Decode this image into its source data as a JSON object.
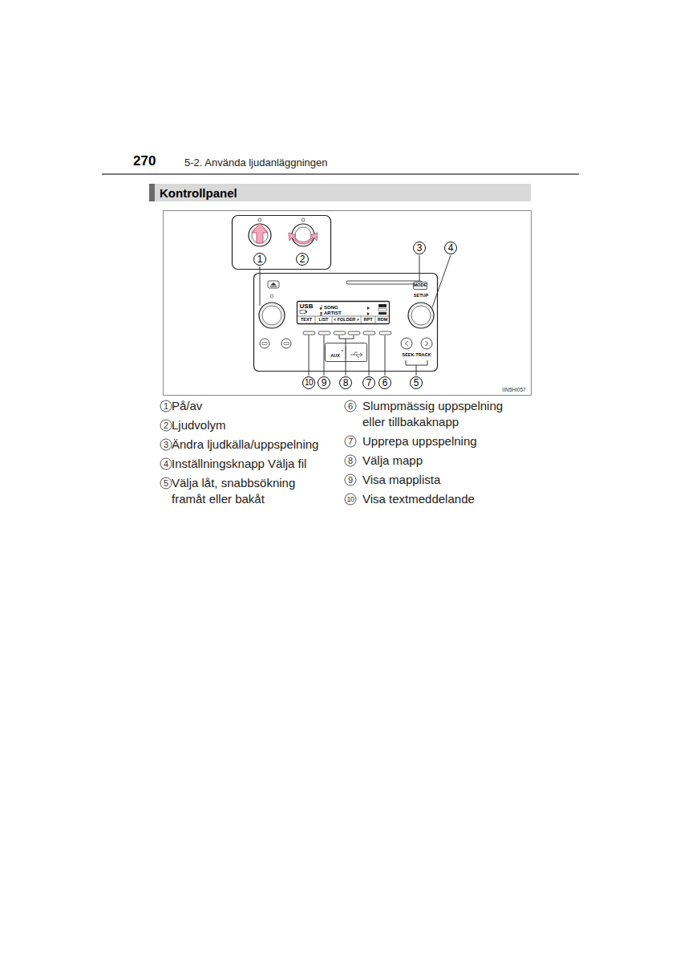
{
  "diagram": {
    "nodes": [
      {
        "text": [
          "Kontrollpanel"
        ]
      }
    ],
    "labels": [
      "270",
      "5-2. Använda ljudanläggningen",
      "1",
      "2",
      "3",
      "4",
      "10",
      "9",
      "8",
      "7",
      "6",
      "5",
      "MODE",
      "SETUP",
      "USB",
      "SONG",
      "ARTIST",
      "TEXT",
      "LIST",
      "< FOLDER >",
      "RPT",
      "RDM",
      "AUX",
      "SEEK·TRACK",
      "IIN5HI057",
      "1",
      "På/av",
      "2",
      "Ljudvolym",
      "3",
      "Ändra ljudkälla/uppspelning",
      "4",
      "Inställningsknapp Välja fil",
      "5",
      "Välja låt, snabbsökning framåt eller bakåt",
      "6",
      "Slumpmässig uppspelning eller tillbakaknapp",
      "7",
      "Upprepa uppspelning",
      "8",
      "Välja mapp",
      "9",
      "Visa mapplista",
      "10",
      "Visa textmeddelande"
    ]
  }
}
